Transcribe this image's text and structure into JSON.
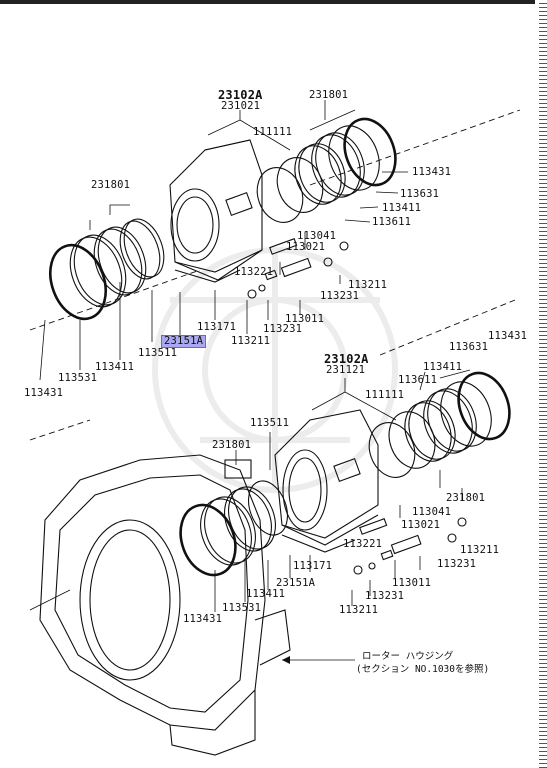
{
  "labels": {
    "top_group_a": "23102A",
    "top_group_b": "231021",
    "top_111111": "111111",
    "top_231801_r": "231801",
    "top_113431_r": "113431",
    "top_113631": "113631",
    "top_113411_r": "113411",
    "top_113611": "113611",
    "top_231801_l": "231801",
    "top_113041": "113041",
    "top_113021": "113021",
    "top_113221": "113221",
    "top_113211_r": "113211",
    "top_113231": "113231",
    "top_113011": "113011",
    "top_113231_b": "113231",
    "top_113171": "113171",
    "top_113211_b": "113211",
    "top_23151A": "23151A",
    "top_113511": "113511",
    "top_113411_l": "113411",
    "top_113531": "113531",
    "top_113431_l": "113431",
    "bot_group_a": "23102A",
    "bot_group_b": "231121",
    "bot_113431": "113431",
    "bot_113631": "113631",
    "bot_113411": "113411",
    "bot_113611": "113611",
    "bot_111111": "111111",
    "bot_113511": "113511",
    "bot_231801_l": "231801",
    "bot_231801_r": "231801",
    "bot_113041": "113041",
    "bot_113021": "113021",
    "bot_113221": "113221",
    "bot_113211_r": "113211",
    "bot_113231": "113231",
    "bot_113011": "113011",
    "bot_113171": "113171",
    "bot_23151A": "23151A",
    "bot_113411_l": "113411",
    "bot_113531": "113531",
    "bot_113431_l": "113431",
    "bot_113231_b": "113231",
    "bot_113211_b": "113211"
  },
  "note": {
    "line1": "ローター ハウジング",
    "line2": "(セクション NO.1030を参照)"
  },
  "highlight_color": "#a9a8f0"
}
